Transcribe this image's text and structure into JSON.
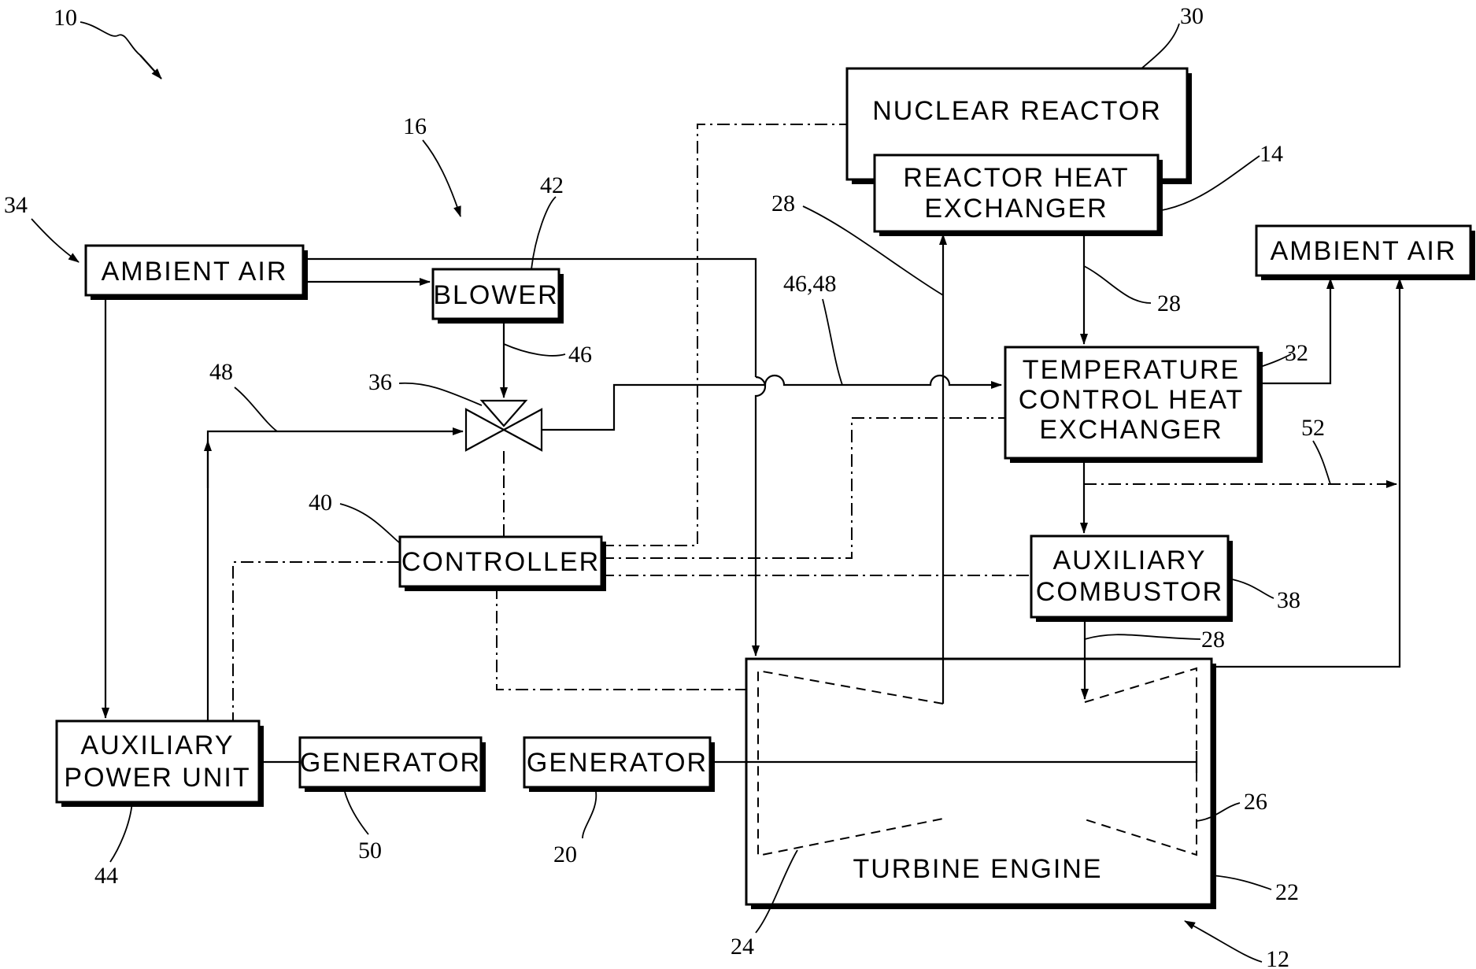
{
  "blocks": {
    "nuclear_reactor": "NUCLEAR REACTOR",
    "reactor_hx_1": "REACTOR HEAT",
    "reactor_hx_2": "EXCHANGER",
    "ambient_air_left": "AMBIENT AIR",
    "ambient_air_right": "AMBIENT AIR",
    "blower": "BLOWER",
    "temp_hx_1": "TEMPERATURE",
    "temp_hx_2": "CONTROL HEAT",
    "temp_hx_3": "EXCHANGER",
    "controller": "CONTROLLER",
    "aux_combustor_1": "AUXILIARY",
    "aux_combustor_2": "COMBUSTOR",
    "apu_1": "AUXILIARY",
    "apu_2": "POWER UNIT",
    "generator_apu": "GENERATOR",
    "generator_main": "GENERATOR",
    "turbine_engine": "TURBINE ENGINE"
  },
  "refs": {
    "r10": "10",
    "r12": "12",
    "r14": "14",
    "r16": "16",
    "r20": "20",
    "r22": "22",
    "r24": "24",
    "r26": "26",
    "r28a": "28",
    "r28b": "28",
    "r28c": "28",
    "r30": "30",
    "r32": "32",
    "r34": "34",
    "r36": "36",
    "r38": "38",
    "r40": "40",
    "r42": "42",
    "r44": "44",
    "r46": "46",
    "r46_48": "46,48",
    "r48": "48",
    "r50": "50",
    "r52": "52"
  }
}
